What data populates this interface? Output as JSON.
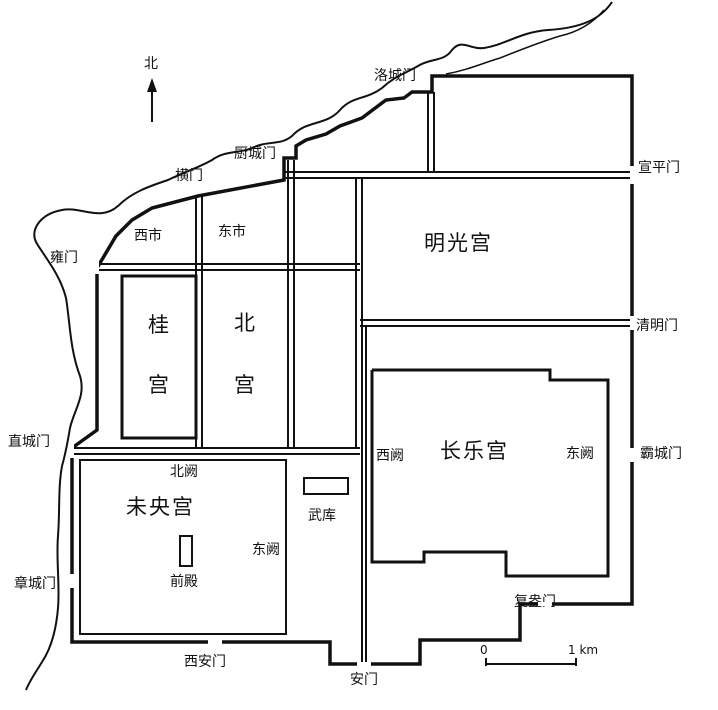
{
  "north_label": "北",
  "gates": {
    "luocheng": "洛城门",
    "chucheng": "厨城门",
    "heng": "横门",
    "yong": "雍门",
    "zhicheng": "直城门",
    "zhangcheng": "章城门",
    "xian": "西安门",
    "an": "安门",
    "fuang": "复盎门",
    "bacheng": "霸城门",
    "qingming": "清明门",
    "xuanping": "宣平门"
  },
  "areas": {
    "west_market": "西市",
    "east_market": "东市",
    "mingguang": "明光宫",
    "gui_palace": [
      "桂",
      "宫"
    ],
    "bei_palace": [
      "北",
      "宫"
    ],
    "weiyang": "未央宫",
    "north_que": "北阙",
    "east_que_weiyang": "东阙",
    "front_hall": "前殿",
    "arsenal": "武库",
    "changle": "长乐宫",
    "west_que": "西阙",
    "east_que_changle": "东阙"
  },
  "scale": {
    "zero": "0",
    "one": "1 km"
  }
}
